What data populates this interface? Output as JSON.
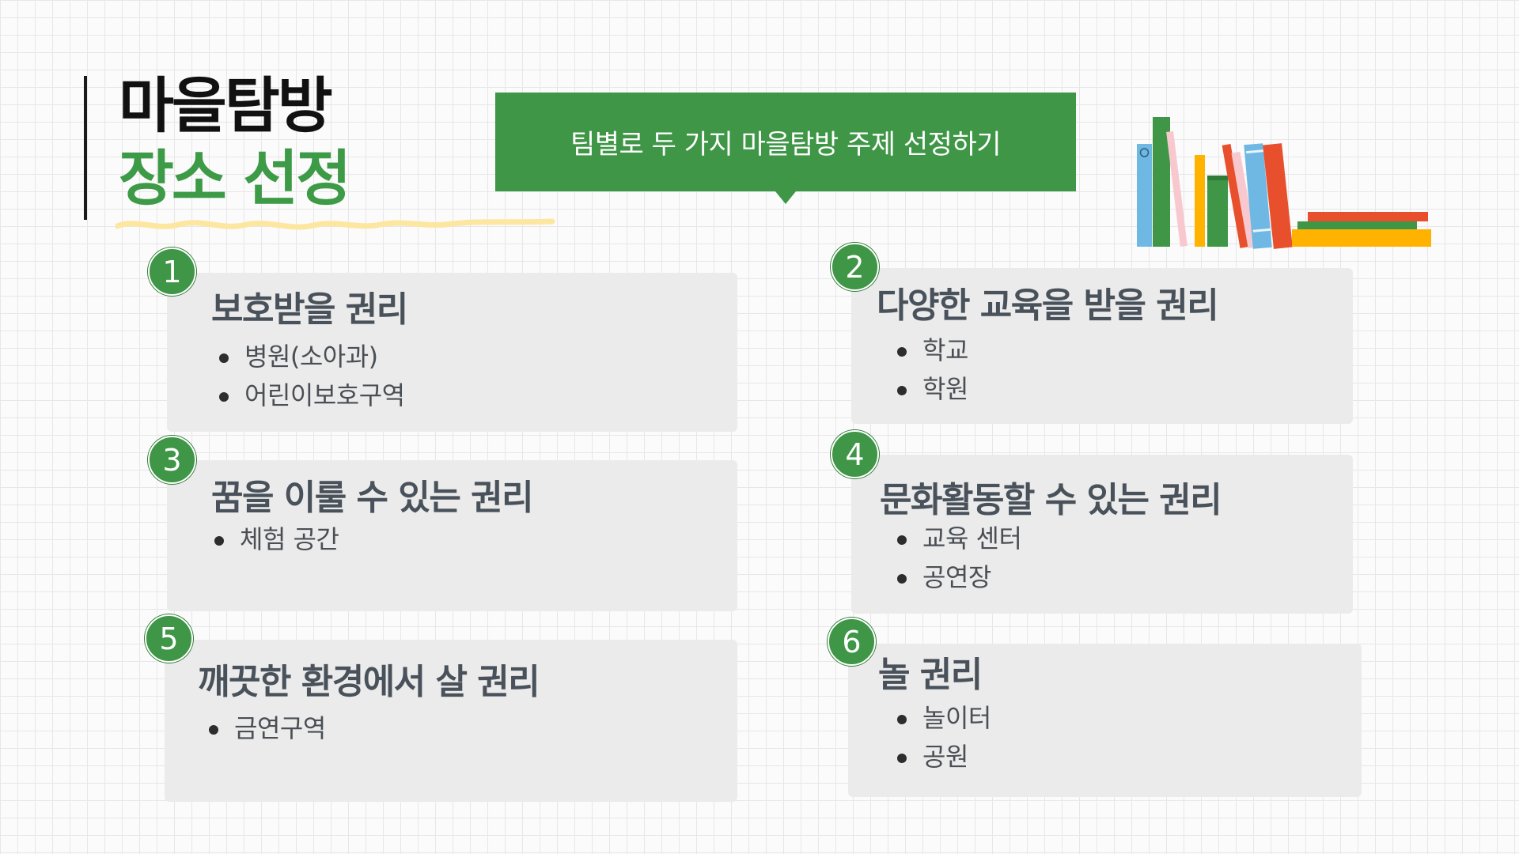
{
  "title": {
    "line1": "마을탐방",
    "line2": "장소 선정"
  },
  "banner": {
    "text": "팀별로 두 가지 마을탐방 주제 선정하기"
  },
  "colors": {
    "accent_green": "#3e9646",
    "title_dark": "#111111",
    "card_bg": "#ebebeb",
    "squiggle": "#fde7a0"
  },
  "cards": [
    {
      "number": "1",
      "title": "보호받을 권리",
      "items": [
        "병원(소아과)",
        "어린이보호구역"
      ]
    },
    {
      "number": "2",
      "title": "다양한 교육을 받을 권리",
      "items": [
        "학교",
        "학원"
      ]
    },
    {
      "number": "3",
      "title": "꿈을 이룰 수 있는 권리",
      "items": [
        "체험 공간"
      ]
    },
    {
      "number": "4",
      "title": "문화활동할 수 있는 권리",
      "items": [
        "교육 센터",
        "공연장"
      ]
    },
    {
      "number": "5",
      "title": "깨끗한 환경에서 살 권리",
      "items": [
        "금연구역"
      ]
    },
    {
      "number": "6",
      "title": "놀 권리",
      "items": [
        "놀이터",
        "공원"
      ]
    }
  ]
}
